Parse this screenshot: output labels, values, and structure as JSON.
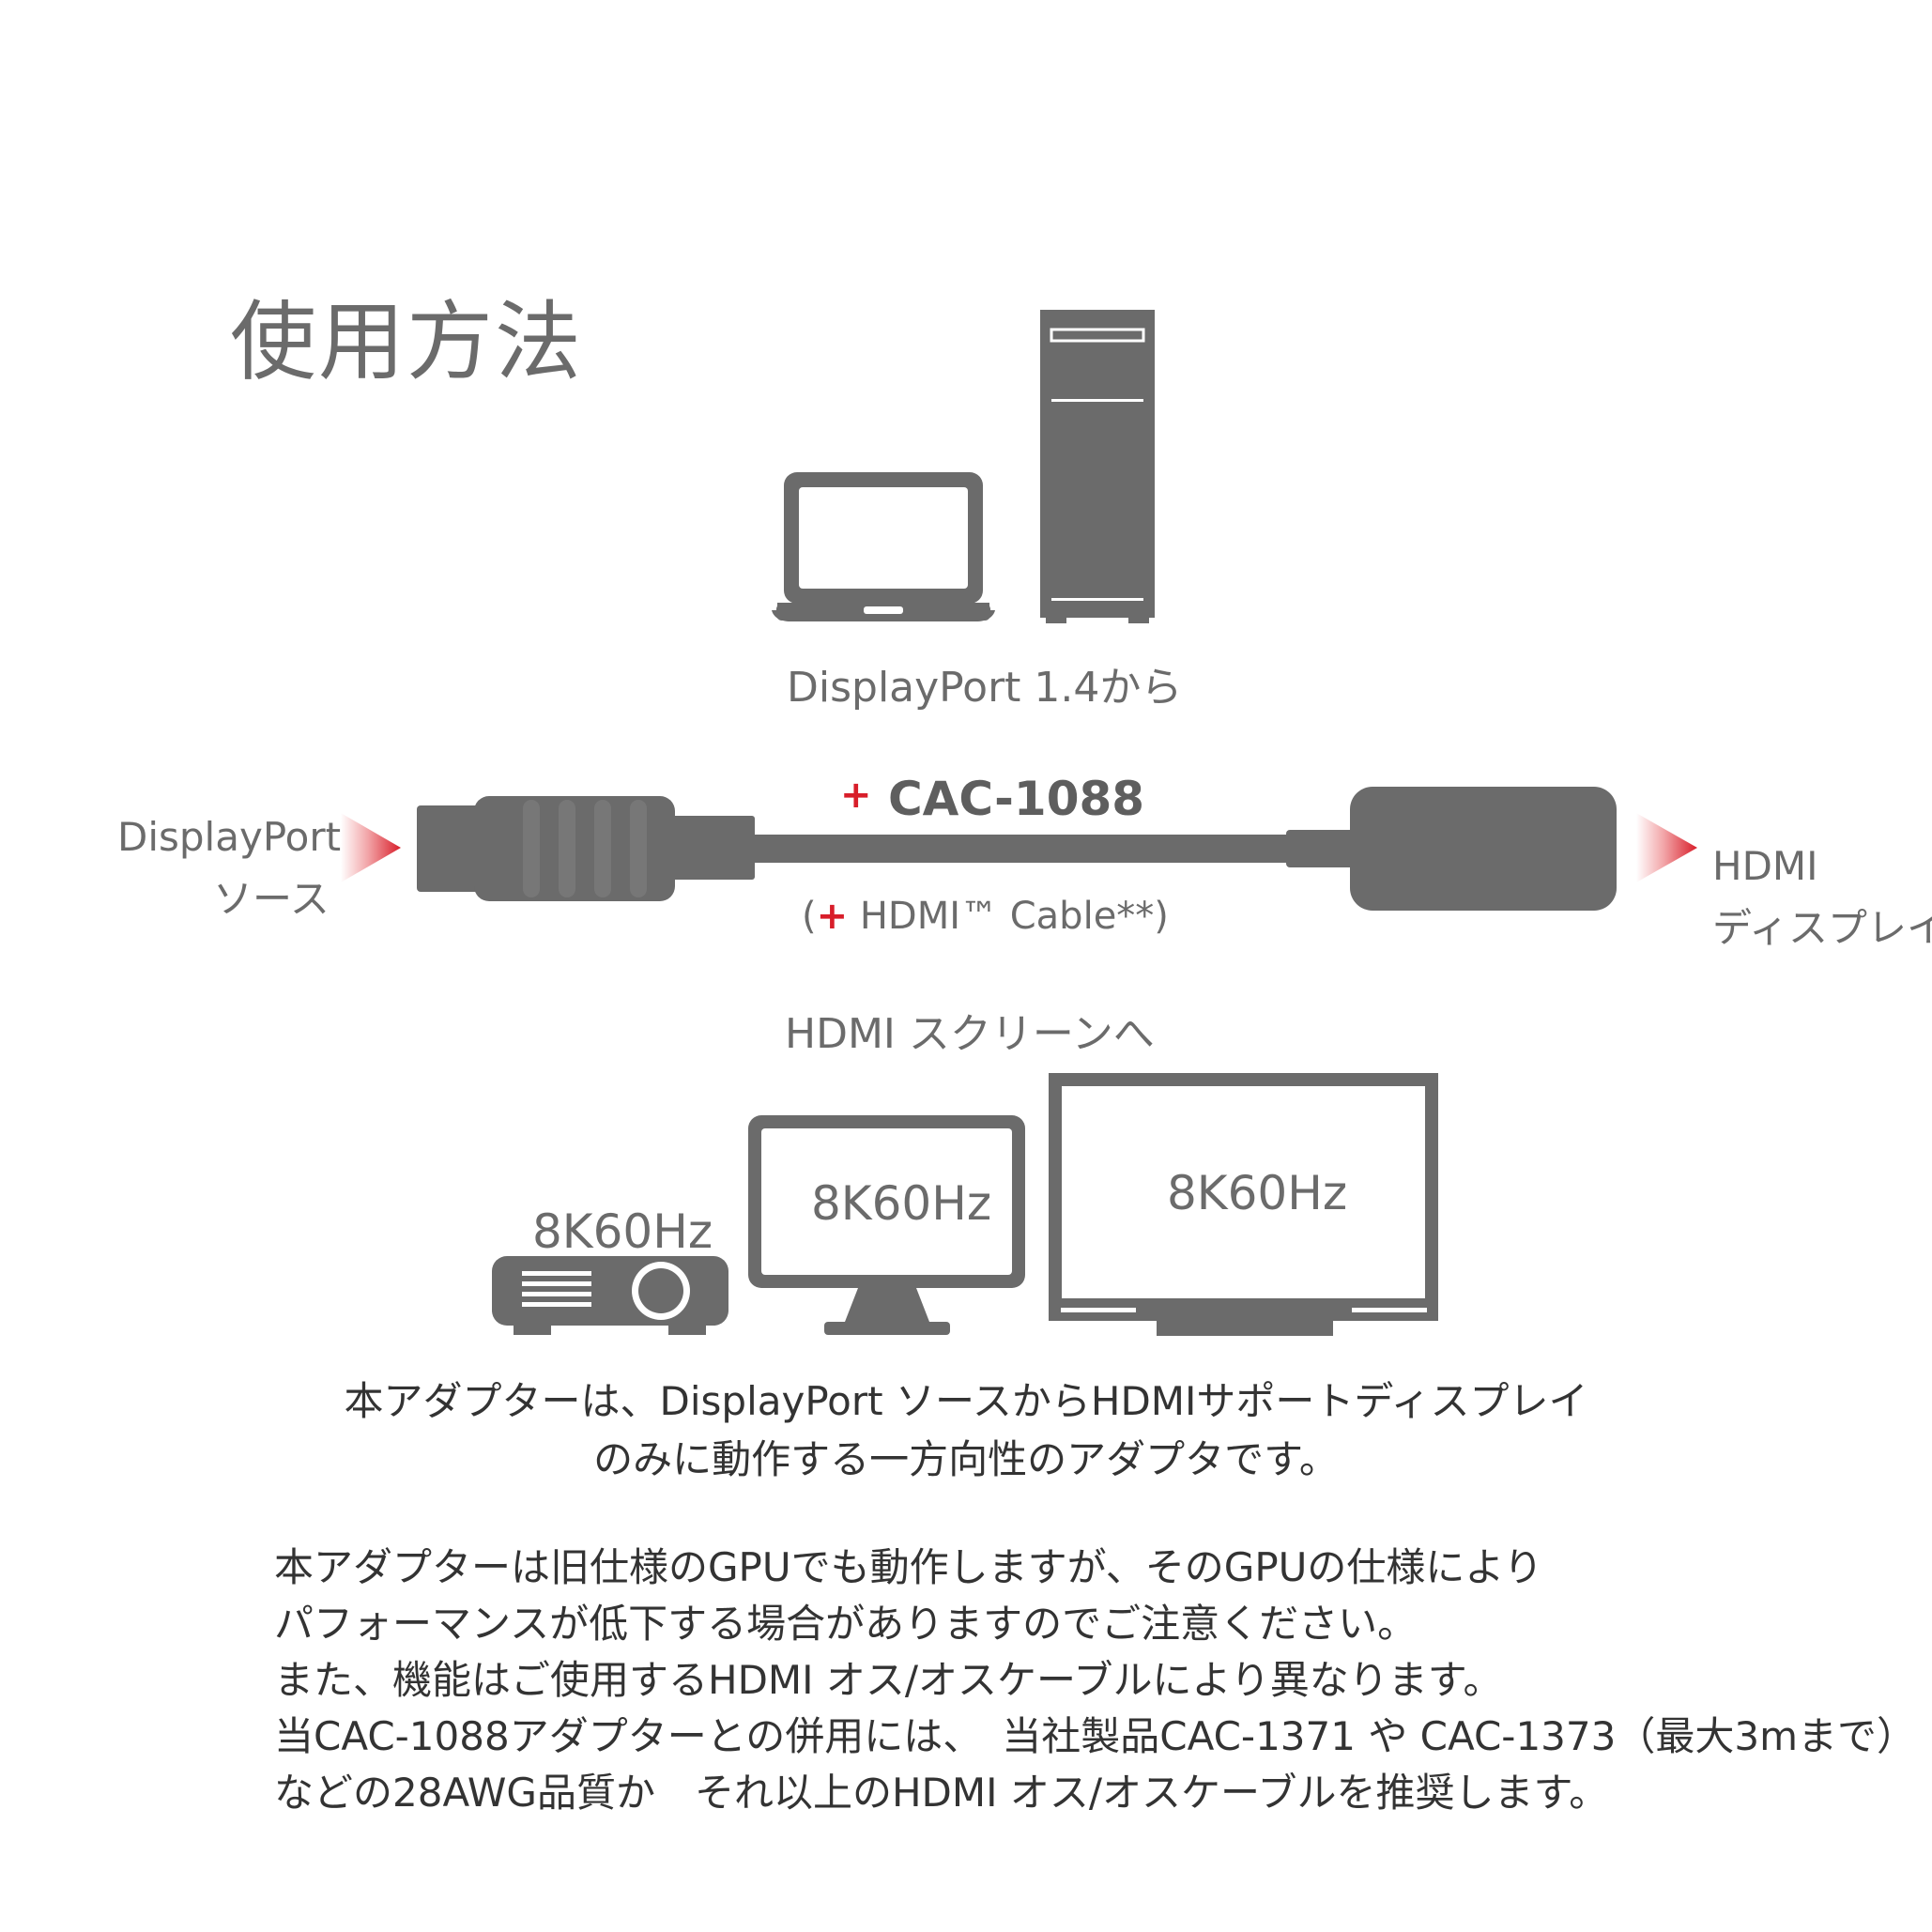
{
  "page": {
    "title": "使用方法"
  },
  "source_devices": {
    "caption": "DisplayPort 1.4から"
  },
  "connection": {
    "left_label_line1": "DisplayPort",
    "left_label_line2": "ソース",
    "model_plus": "+",
    "model": "CAC-1088",
    "cable_note_open": "(",
    "cable_note_plus": "+",
    "cable_note_text": " HDMI™ Cable**)",
    "right_label_line1": "HDMI",
    "right_label_line2": "ディスプレイ"
  },
  "target_devices": {
    "caption": "HDMI スクリーンへ",
    "projector_resolution": "8K60Hz",
    "monitor_resolution": "8K60Hz",
    "tv_resolution": "8K60Hz"
  },
  "description": {
    "line1": "本アダプターは、DisplayPort ソースからHDMIサポートディスプレイ",
    "line2": "のみに動作する一方向性のアダプタです。"
  },
  "notes": {
    "line1": "本アダプターは旧仕様のGPUでも動作しますが、そのGPUの仕様により",
    "line2": "パフォーマンスが低下する場合がありますのでご注意ください。",
    "line3": "また、機能はご使用するHDMI オス/オスケーブルにより異なります。",
    "line4": "当CAC-1088アダプターとの併用には、　当社製品CAC-1371 や CAC-1373（最大3mまで）",
    "line5": "などの28AWG品質か　それ以上のHDMI オス/オスケーブルを推奨します。"
  },
  "colors": {
    "device_gray": "#6b6b6b",
    "accent_red": "#d81e2a"
  }
}
